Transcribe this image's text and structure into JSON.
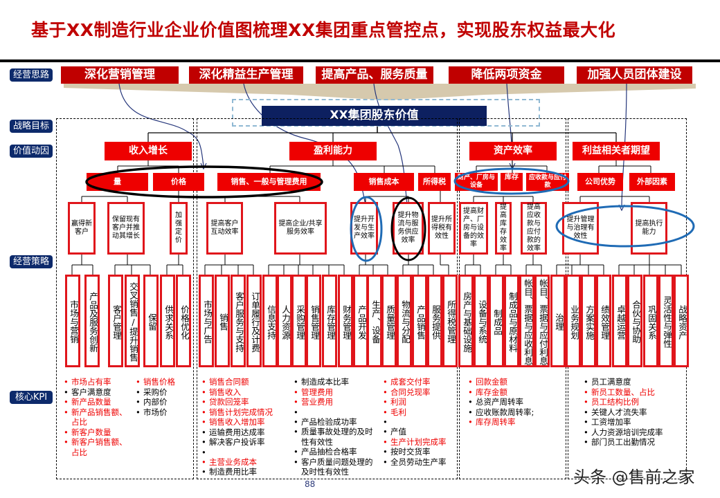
{
  "title": "基于XX制造行业企业价值图梳理XX集团重点管控点，实现股东权益最大化",
  "row_labels": {
    "thinking": "经营思路",
    "goal": "战略目标",
    "drivers": "价值动因",
    "strategy": "经营策略",
    "kpi": "核心KPI"
  },
  "thinking": [
    "深化营销管理",
    "深化精益生产管理",
    "提高产品、服务质量",
    "降低两项资金",
    "加强人员团体建设"
  ],
  "goal": "XX集团股东价值",
  "drivers": [
    "收入增长",
    "盈利能力",
    "资产效率",
    "利益相关者期望"
  ],
  "sub_drivers": [
    "量",
    "价格",
    "销售、一般与管理费用",
    "销售成本",
    "所得税",
    "财产、厂房与设备",
    "库存",
    "应收款与应付款",
    "公司优势",
    "外部因素"
  ],
  "strategies": [
    "赢得新客户",
    "保留现有客户并推动其增长",
    "加强定价",
    "提高客户互动效率",
    "提高企业/共享服务效率",
    "提升开发与生产效率",
    "提升物流与服务供应效率",
    "提升所得税有效性",
    "提高财产、厂房与设备的效率",
    "提高库存效率",
    "提高应收款与应付款的效率",
    "提升管理与治理有效性",
    "提高执行能力"
  ],
  "activities": [
    "市场与营销",
    "产品及服务创新",
    "客户管理",
    "交叉销售/提升销售",
    "保留",
    "供求关系",
    "价格优化",
    "市场与广告",
    "销售",
    "客户服务与支持",
    "订单履行及计费",
    "信息支持",
    "人力资源",
    "采购管理",
    "销售管理",
    "库存管理",
    "财务管理",
    "产品开发",
    "生产、设备",
    "质量管理",
    "物流与分配",
    "产品销售",
    "服务提供",
    "所得税管理",
    "房产与基础设施",
    "设备与系统",
    "制成品",
    "制成品与原材料",
    "帐目、票据与应收利息",
    "帐目、票据与应付利息",
    "治理",
    "业务规划",
    "方案实施",
    "绩效管理",
    "卓越运营",
    "合伙与协助",
    "巩固关系",
    "灵活性与弹性",
    "战略资产"
  ],
  "kpis": {
    "revenue_volume": [
      {
        "text": "市场占有率",
        "red": true
      },
      {
        "text": "客户满意度",
        "red": false
      },
      {
        "text": "新产品数量",
        "red": true
      },
      {
        "text": "新产品销售额、占比",
        "red": true
      },
      {
        "text": "新客户数量",
        "red": true
      },
      {
        "text": "新客户销售额、占比",
        "red": true
      }
    ],
    "revenue_price": [
      {
        "text": "销售价格",
        "red": true
      },
      {
        "text": "采购价",
        "red": false
      },
      {
        "text": "内部价",
        "red": false
      },
      {
        "text": "市场价",
        "red": false
      }
    ],
    "profit_sga": [
      {
        "text": "销售合同额",
        "red": true
      },
      {
        "text": "销售收入",
        "red": true
      },
      {
        "text": "贷款回笼率",
        "red": true
      },
      {
        "text": "销售计划完成情况",
        "red": true
      },
      {
        "text": "销售收入增加率",
        "red": true
      },
      {
        "text": "运输费用达成率",
        "red": false
      },
      {
        "text": "解决客户投诉率",
        "red": false
      },
      {
        "text": "",
        "gap": true
      },
      {
        "text": "主营业务成本",
        "red": true
      },
      {
        "text": "制造费用比率",
        "red": false
      }
    ],
    "profit_cost": [
      {
        "text": "制造成本比率",
        "red": false
      },
      {
        "text": "管理费用",
        "red": true
      },
      {
        "text": "营业费用",
        "red": true
      },
      {
        "text": "",
        "gap": true
      },
      {
        "text": "产品检验成功率",
        "red": false
      },
      {
        "text": "质量事故处理的及时性有效性",
        "red": false
      },
      {
        "text": "产品抽检合格率",
        "red": false
      },
      {
        "text": "客户质量问题处理的及时性有效性",
        "red": false
      }
    ],
    "profit_delivery": [
      {
        "text": "成套交付率",
        "red": true
      },
      {
        "text": "合同兑现率",
        "red": true
      },
      {
        "text": "利润",
        "red": true
      },
      {
        "text": "毛利",
        "red": true
      },
      {
        "text": "",
        "gap": true
      },
      {
        "text": "产值",
        "red": false
      },
      {
        "text": "生产计划完成率",
        "red": true
      },
      {
        "text": "按时交货率",
        "red": false
      },
      {
        "text": "全员劳动生产率",
        "red": false
      }
    ],
    "asset": [
      {
        "text": "回款金额",
        "red": true
      },
      {
        "text": "库存金额",
        "red": true
      },
      {
        "text": "总资产周转率",
        "red": false
      },
      {
        "text": "应收账款周转率;",
        "red": false
      },
      {
        "text": "库存周转率",
        "red": true
      }
    ],
    "stakeholder": [
      {
        "text": "员工满意度",
        "red": false
      },
      {
        "text": "新员工数量、占比",
        "red": true
      },
      {
        "text": "员工结构比例",
        "red": true
      },
      {
        "text": "关键人才流失率",
        "red": false
      },
      {
        "text": "工资增加率",
        "red": false
      },
      {
        "text": "人力资源培训完成率",
        "red": false
      },
      {
        "text": "部门员工出勤情况",
        "red": false
      }
    ]
  },
  "page_number": "88",
  "watermark": "头条 @售前之家",
  "colors": {
    "title_red": "#c00000",
    "box_red": "#ee0000",
    "label_navy": "#0d2a6b",
    "goal_navy": "#0d2060",
    "fan_tan": "#d6c9ad",
    "ellipse_blue": "#1f6bb5",
    "ellipse_black": "#000000"
  }
}
